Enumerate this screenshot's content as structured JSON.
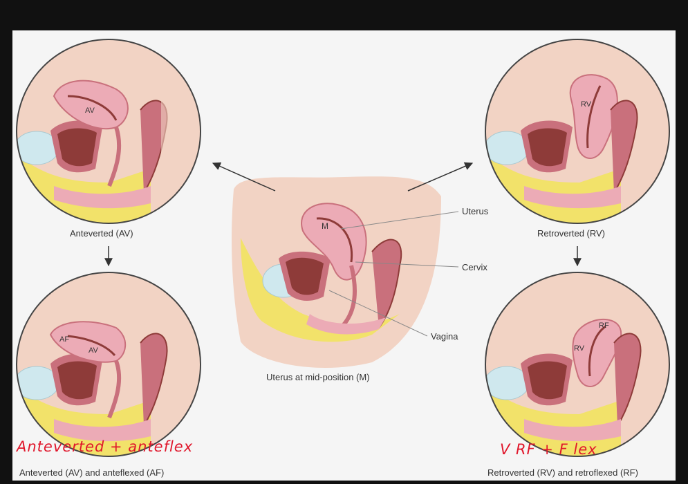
{
  "panels": {
    "top_left": {
      "organ_label": "AV",
      "caption": "Anteverted (AV)"
    },
    "bottom_left": {
      "organ_label_1": "AF",
      "organ_label_2": "AV",
      "caption": "Anteverted (AV) and anteflexed (AF)"
    },
    "top_right": {
      "organ_label": "RV",
      "caption": "Retroverted (RV)"
    },
    "bottom_right": {
      "organ_label_1": "RF",
      "organ_label_2": "RV",
      "caption": "Retroverted (RV) and retroflexed (RF)"
    },
    "center": {
      "organ_label": "M",
      "caption": "Uterus at mid-position (M)",
      "callouts": {
        "uterus": "Uterus",
        "cervix": "Cervix",
        "vagina": "Vagina"
      }
    }
  },
  "handwritten": {
    "left": "Anteverted + anteflex",
    "right": "V RF + F lex"
  },
  "colors": {
    "background": "#111111",
    "panel": "#f5f5f5",
    "skin": "#f2d3c4",
    "uterus": "#ecabb6",
    "bladder": "#cfe8ee",
    "fat": "#f2e26a",
    "ink": "#e0162b"
  }
}
